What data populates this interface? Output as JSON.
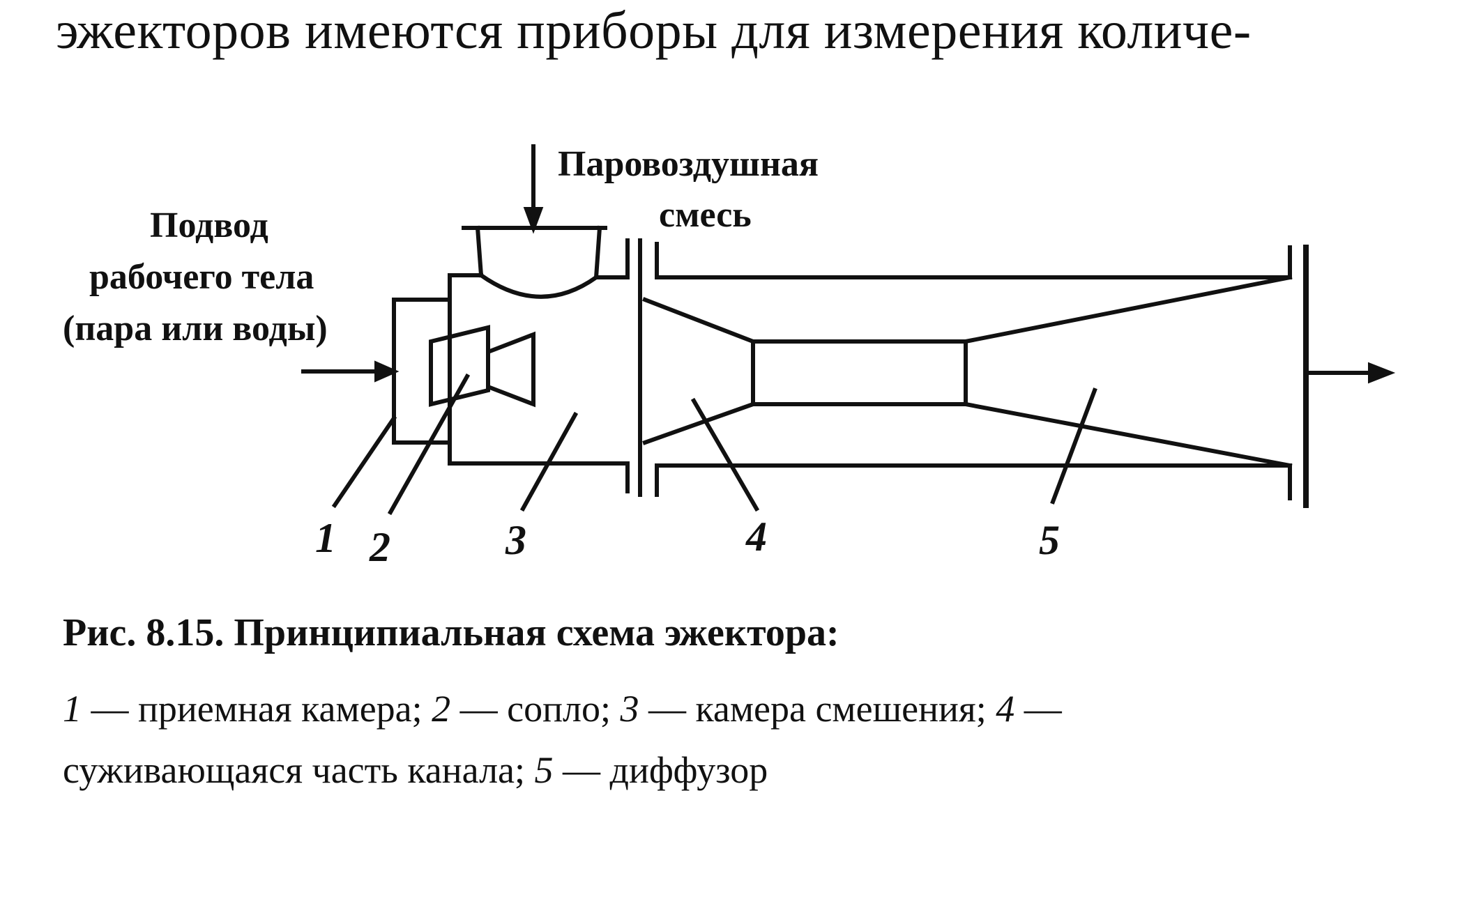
{
  "page": {
    "top_text": "эжекторов имеются приборы для измерения количе-"
  },
  "diagram": {
    "labels": {
      "steam_air_mix_line1": "Паровоздушная",
      "steam_air_mix_line2": "смесь",
      "supply_line1": "Подвод",
      "supply_line2": "рабочего тела",
      "supply_line3": "(пара или воды)"
    },
    "numbers": [
      "1",
      "2",
      "3",
      "4",
      "5"
    ]
  },
  "caption": {
    "title": "Рис. 8.15. Принципиальная схема эжектора:",
    "legend_line1": [
      {
        "num": "1",
        "text": " — приемная камера; "
      },
      {
        "num": "2",
        "text": " — сопло; "
      },
      {
        "num": "3",
        "text": " — камера смешения; "
      },
      {
        "num": "4",
        "text": " —"
      }
    ],
    "legend_line2": [
      {
        "num": "",
        "text": "суживающаяся часть канала; "
      },
      {
        "num": "5",
        "text": " — диффузор"
      }
    ]
  }
}
